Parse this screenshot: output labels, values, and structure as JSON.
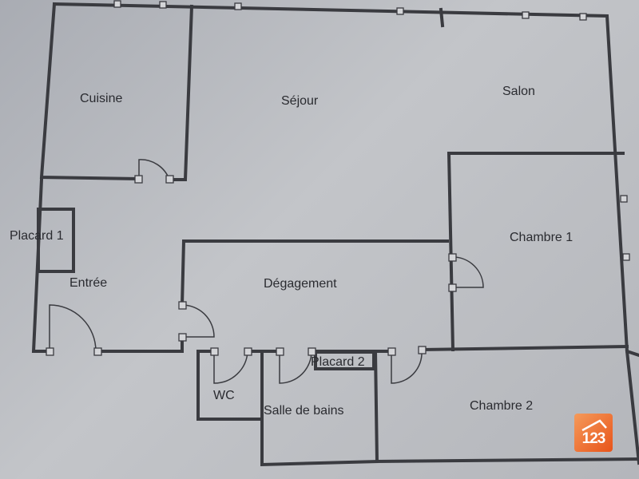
{
  "rooms": {
    "cuisine": "Cuisine",
    "sejour": "Séjour",
    "salon": "Salon",
    "placard1": "Placard 1",
    "entree": "Entrée",
    "degagement": "Dégagement",
    "chambre1": "Chambre 1",
    "wc": "WC",
    "placard2": "Placard 2",
    "salle_de_bains": "Salle de bains",
    "chambre2": "Chambre 2"
  },
  "logo": {
    "text": "123"
  },
  "colors": {
    "walls": "#3a3b40",
    "paper": "#b8babe",
    "logo": "#e8631f"
  }
}
